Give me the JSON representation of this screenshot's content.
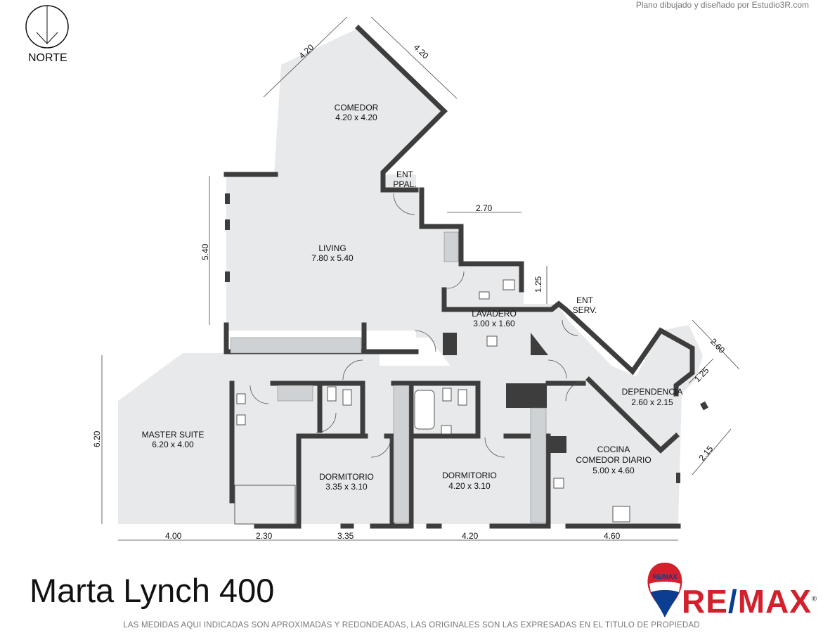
{
  "credit": "Plano dibujado y diseñado por Estudio3R.com",
  "north_label": "NORTE",
  "address": "Marta Lynch 400",
  "disclaimer": "LAS MEDIDAS AQUI INDICADAS SON APROXIMADAS Y REDONDEADAS, LAS ORIGINALES SON LAS EXPRESADAS EN EL TITULO DE PROPIEDAD",
  "brand": {
    "balloon_text": "RE/MAX",
    "logo_left": "RE",
    "logo_slash": "/",
    "logo_right": "MAX",
    "registered": "®"
  },
  "rooms": {
    "comedor": {
      "name": "COMEDOR",
      "size": "4.20 x 4.20"
    },
    "living": {
      "name": "LIVING",
      "size": "7.80 x 5.40"
    },
    "ent_ppal": {
      "line1": "ENT",
      "line2": "PPAL."
    },
    "lavadero": {
      "name": "LAVADERO",
      "size": "3.00 x 1.60"
    },
    "ent_serv": {
      "line1": "ENT",
      "line2": "SERV."
    },
    "dependencia": {
      "name": "DEPENDENCIA",
      "size": "2.60 x 2.15"
    },
    "master": {
      "name": "MASTER SUITE",
      "size": "6.20 x 4.00"
    },
    "dorm1": {
      "name": "DORMITORIO",
      "size": "3.35 x 3.10"
    },
    "dorm2": {
      "name": "DORMITORIO",
      "size": "4.20 x 3.10"
    },
    "cocina": {
      "line1": "COCINA",
      "line2": "COMEDOR DIARIO",
      "size": "5.00 x 4.60"
    }
  },
  "dimensions": {
    "comedor_left": "4.20",
    "comedor_right": "4.20",
    "living_height": "5.40",
    "bath_width": "2.70",
    "bath_height": "1.25",
    "dep_width": "2.60",
    "dep_bath": "1.25",
    "cocina_side": "2.15",
    "master_height": "6.20",
    "bottom": [
      "4.00",
      "2.30",
      "3.35",
      "4.20",
      "4.60"
    ]
  },
  "colors": {
    "wall": "#3d3d3d",
    "floor": "#e7e9ea",
    "remax_red": "#d3202d",
    "remax_blue": "#0b3d91"
  }
}
